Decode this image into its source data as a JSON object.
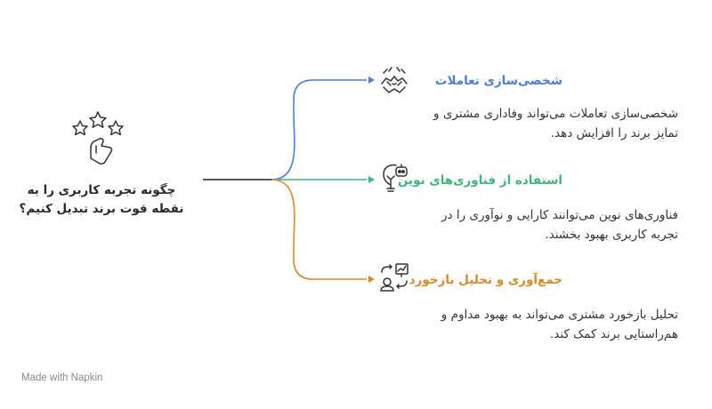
{
  "central": {
    "title": "چگونه تجربه کاربری را به نقطه قوت برند تبدیل کنیم؟",
    "icon": "stars-and-hand-icon"
  },
  "branches": [
    {
      "title": "شخصی‌سازی تعاملات",
      "desc": "شخصی‌سازی تعاملات می‌تواند وفاداری مشتری و تمایز برند را افزایش دهد.",
      "color": "#4a7fd6",
      "icon": "puzzle-hands-icon"
    },
    {
      "title": "استفاده از فناوری‌های نوین",
      "desc": "فناوری‌های نوین می‌توانند کارایی و نوآوری را در تجربه کاربری بهبود بخشند.",
      "color": "#3fb57a",
      "icon": "robot-lightbulb-icon"
    },
    {
      "title": "جمع‌آوری و تحلیل بازخورد",
      "desc": "تحلیل بازخورد مشتری می‌تواند به بهبود مداوم و هم‌راستایی برند کمک کند.",
      "color": "#d9892b",
      "icon": "user-chart-exchange-icon"
    }
  ],
  "footer": {
    "label": "Made with Napkin",
    "logo_icon": "napkin-logo-icon"
  }
}
